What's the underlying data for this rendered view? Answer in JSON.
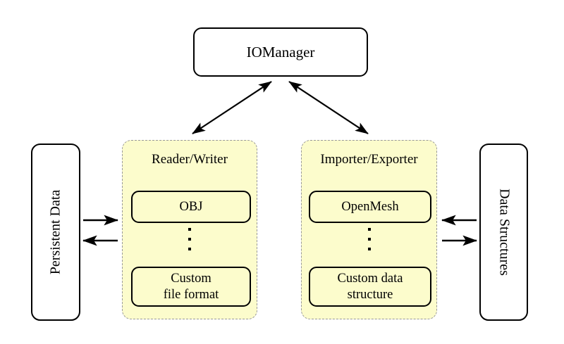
{
  "diagram": {
    "title_node": {
      "label": "IOManager"
    },
    "left_external": {
      "label": "Persistent Data",
      "rotation": "bottom-to-top"
    },
    "right_external": {
      "label": "Data Structures",
      "rotation": "top-to-bottom"
    },
    "groups": [
      {
        "id": "reader-writer",
        "title": "Reader/Writer",
        "items": [
          {
            "label": "OBJ"
          },
          {
            "label": "⋮"
          },
          {
            "label_line1": "Custom",
            "label_line2": "file format"
          }
        ]
      },
      {
        "id": "importer-exporter",
        "title": "Importer/Exporter",
        "items": [
          {
            "label": "OpenMesh"
          },
          {
            "label": "⋮"
          },
          {
            "label_line1": "Custom data",
            "label_line2": "structure"
          }
        ]
      }
    ],
    "connections": [
      {
        "name": "iomanager-to-reader-writer",
        "style": "double-headed",
        "from": "IOManager",
        "to": "Reader/Writer"
      },
      {
        "name": "iomanager-to-importer-exporter",
        "style": "double-headed",
        "from": "IOManager",
        "to": "Importer/Exporter"
      },
      {
        "name": "persistent-data-to-reader-writer",
        "style": "single-headed-right",
        "from": "Persistent Data",
        "to": "Reader/Writer"
      },
      {
        "name": "reader-writer-to-persistent-data",
        "style": "single-headed-left",
        "from": "Reader/Writer",
        "to": "Persistent Data"
      },
      {
        "name": "data-structures-to-importer-exporter",
        "style": "single-headed-left",
        "from": "Data Structures",
        "to": "Importer/Exporter"
      },
      {
        "name": "importer-exporter-to-data-structures",
        "style": "single-headed-right",
        "from": "Importer/Exporter",
        "to": "Data Structures"
      }
    ],
    "colors": {
      "panel_fill": "#fcfccc",
      "panel_border": "#999999",
      "node_border": "#000000",
      "background": "#ffffff"
    }
  }
}
